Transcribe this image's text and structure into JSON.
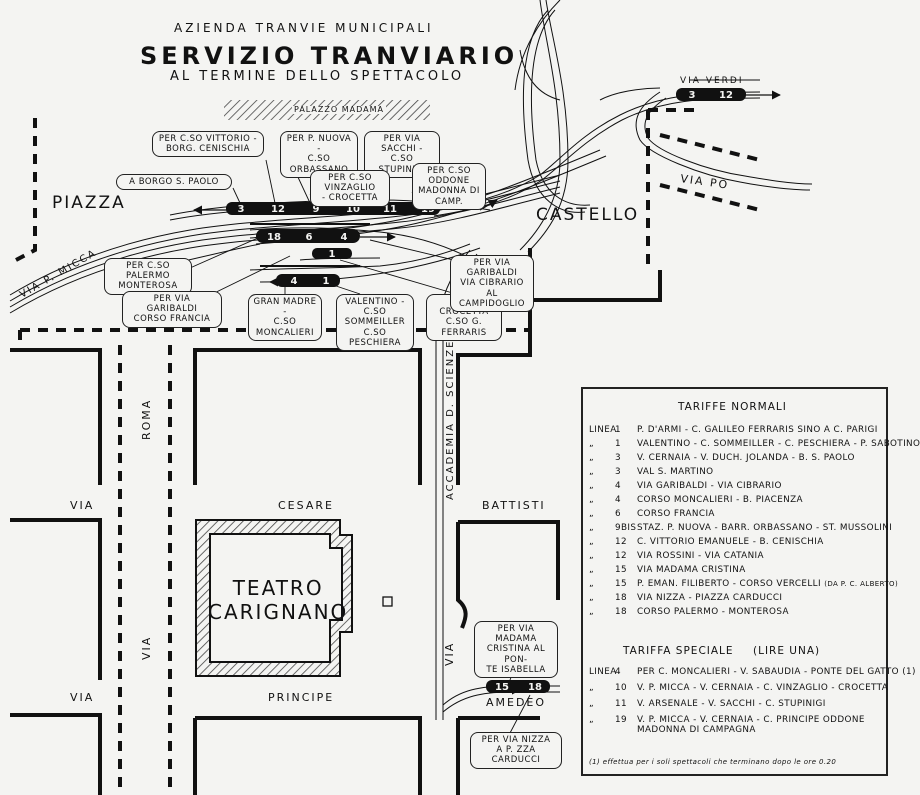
{
  "title": {
    "company": "AZIENDA TRANVIE MUNICIPALI",
    "main": "SERVIZIO TRANVIARIO",
    "sub": "AL TERMINE DELLO SPETTACOLO"
  },
  "streets": {
    "palazzo_madama": "PALAZZO MADAMA",
    "piazza": "PIAZZA",
    "castello": "CASTELLO",
    "via_p_micca": "VIA P. MICCA",
    "via_verdi": "VIA VERDI",
    "via_po": "VIA PO",
    "roma": "ROMA",
    "via_left_1": "VIA",
    "via_left_2": "VIA",
    "via_vertical": "VIA",
    "cesare": "CESARE",
    "battisti": "BATTISTI",
    "principe": "PRINCIPE",
    "amedeo": "AMEDEO",
    "accademia": "ACCADEMIA D. SCIENZE",
    "via_accademia": "VIA"
  },
  "theatre": {
    "line1": "TEATRO",
    "line2": "CARIGNANO"
  },
  "stops": {
    "top_row": [
      "3",
      "12",
      "9",
      "10",
      "11",
      "19"
    ],
    "middle_row": [
      "18",
      "6",
      "4"
    ],
    "center": "1",
    "lower_row": [
      "4",
      "1"
    ],
    "verdi": [
      "3",
      "12"
    ],
    "amedeo": [
      "15",
      "18"
    ]
  },
  "bubbles": {
    "vittorio": [
      "PER C.SO VITTORIO -",
      "BORG. CENISCHIA"
    ],
    "nuova": [
      "PER P. NUOVA -",
      "C.SO ORBASSANO"
    ],
    "sacchi": [
      "PER VIA SACCHI -",
      "C.SO STUPINIGI"
    ],
    "vinzaglio": [
      "PER C.SO VINZAGLIO",
      "- CROCETTA"
    ],
    "oddone": [
      "PER C.SO ODDONE",
      "MADONNA DI",
      "CAMP."
    ],
    "borgo": [
      "A BORGO S. PAOLO"
    ],
    "palermo": [
      "PER C.SO PALERMO",
      "MONTEROSA"
    ],
    "garibaldi_francia": [
      "PER VIA GARIBALDI",
      "CORSO FRANCIA"
    ],
    "gran_madre": [
      "GRAN MADRE -",
      "C.SO MONCALIERI"
    ],
    "valentino": [
      "VALENTINO -",
      "C.SO SOMMEILLER",
      "C.SO PESCHIERA"
    ],
    "crocetta": [
      "PER CROCETTA",
      "C.SO G. FERRARIS"
    ],
    "garibaldi_cibrario": [
      "PER VIA GARIBALDI",
      "VIA CIBRARIO",
      "AL CAMPIDOGLIO"
    ],
    "madama_cristina": [
      "PER VIA MADAMA",
      "CRISTINA AL PON-",
      "TE ISABELLA"
    ],
    "nizza": [
      "PER VIA NIZZA",
      "A P. ZZA CARDUCCI"
    ]
  },
  "tariff": {
    "normal_title": "TARIFFE NORMALI",
    "normal": [
      {
        "pre": "LINEA",
        "num": "1",
        "text": "P. D'ARMI - C. GALILEO FERRARIS SINO A C. PARIGI"
      },
      {
        "pre": "„",
        "num": "1",
        "text": "VALENTINO - C. SOMMEILLER - C. PESCHIERA - P. SABOTINO"
      },
      {
        "pre": "„",
        "num": "3",
        "text": "V. CERNAIA - V. DUCH. JOLANDA - B. S. PAOLO"
      },
      {
        "pre": "„",
        "num": "3",
        "text": "VAL S. MARTINO"
      },
      {
        "pre": "„",
        "num": "4",
        "text": "VIA GARIBALDI - VIA CIBRARIO"
      },
      {
        "pre": "„",
        "num": "4",
        "text": "CORSO MONCALIERI - B. PIACENZA"
      },
      {
        "pre": "„",
        "num": "6",
        "text": "CORSO FRANCIA"
      },
      {
        "pre": "„",
        "num": "9bis",
        "text": "STAZ. P. NUOVA - BARR. ORBASSANO - ST. MUSSOLINI"
      },
      {
        "pre": "„",
        "num": "12",
        "text": "C. VITTORIO EMANUELE - B. CENISCHIA"
      },
      {
        "pre": "„",
        "num": "12",
        "text": "VIA ROSSINI - VIA CATANIA"
      },
      {
        "pre": "„",
        "num": "15",
        "text": "VIA MADAMA CRISTINA"
      },
      {
        "pre": "„",
        "num": "15",
        "text": "P. EMAN. FILIBERTO - CORSO VERCELLI",
        "extra": "(DA P. C. ALBERTO)"
      },
      {
        "pre": "„",
        "num": "18",
        "text": "VIA NIZZA - PIAZZA CARDUCCI"
      },
      {
        "pre": "„",
        "num": "18",
        "text": "CORSO PALERMO - MONTEROSA"
      }
    ],
    "special_title": "TARIFFA SPECIALE",
    "special_note": "(LIRE UNA)",
    "special": [
      {
        "pre": "LINEA",
        "num": "4",
        "text": "PER C. MONCALIERI - V. SABAUDIA - PONTE DEL GATTO (1)"
      },
      {
        "pre": "„",
        "num": "10",
        "text": "V. P. MICCA - V. CERNAIA - C. VINZAGLIO - CROCETTA"
      },
      {
        "pre": "„",
        "num": "11",
        "text": "V. ARSENALE - V. SACCHI - C. STUPINIGI"
      },
      {
        "pre": "„",
        "num": "19",
        "text": "V. P. MICCA - V. CERNAIA - C. PRINCIPE ODDONE",
        "cont": "MADONNA DI CAMPAGNA"
      }
    ],
    "footnote": "(1) effettua per i soli spettacoli che terminano dopo le ore 0.20"
  },
  "colors": {
    "ink": "#111111",
    "paper": "#f4f4f2",
    "hatch": "#444444"
  }
}
